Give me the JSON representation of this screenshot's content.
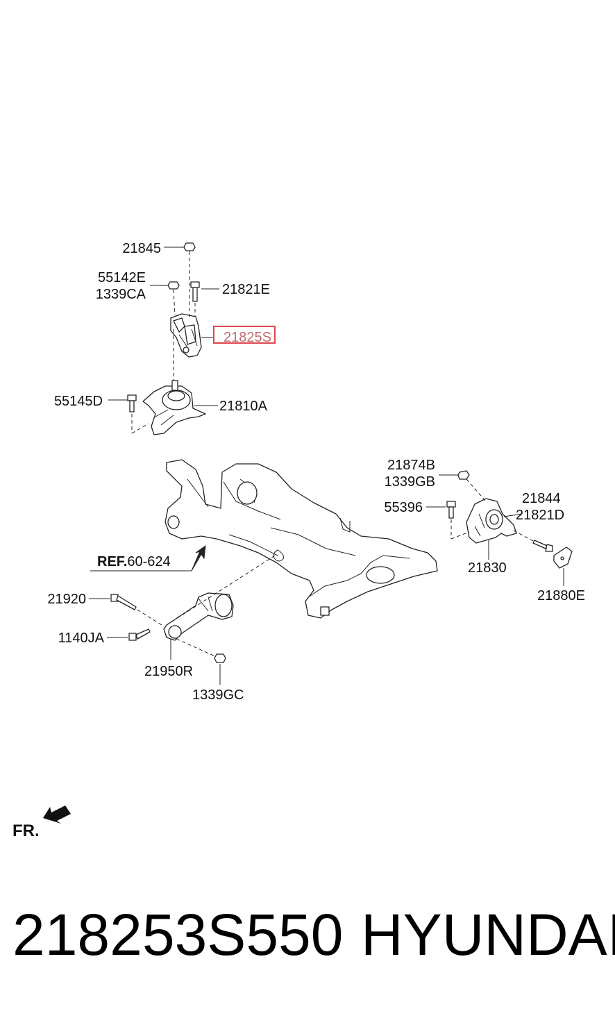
{
  "diagram": {
    "labels": {
      "p21845": "21845",
      "p55142E": "55142E",
      "p1339CA": "1339CA",
      "p21821E": "21821E",
      "p21825S": "21825S",
      "p55145D": "55145D",
      "p21810A": "21810A",
      "p21874B": "21874B",
      "p1339GB": "1339GB",
      "p55396": "55396",
      "p21844": "21844",
      "p21821D": "21821D",
      "p21830": "21830",
      "p21880E": "21880E",
      "p21920": "21920",
      "p1140JA": "1140JA",
      "p21950R": "21950R",
      "p1339GC": "1339GC",
      "ref_bold": "REF.",
      "ref_num": "60-624",
      "fr": "FR."
    },
    "highlight_color": "#e0454f"
  },
  "footer": {
    "part_number": "218253S550",
    "brand": "HYUNDAI"
  }
}
